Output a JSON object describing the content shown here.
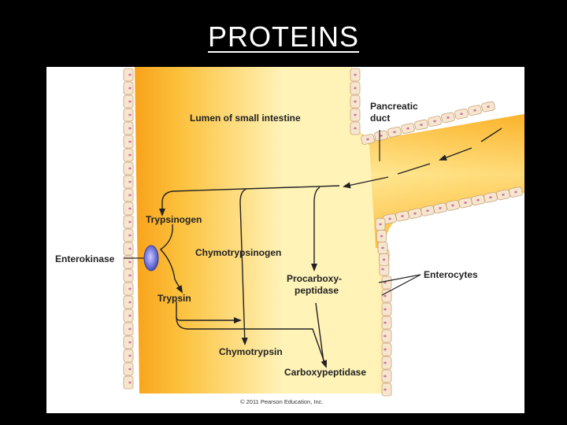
{
  "slide": {
    "title": "PROTEINS"
  },
  "diagram": {
    "labels": {
      "lumen": "Lumen of small intestine",
      "pancreatic_duct_line1": "Pancreatic",
      "pancreatic_duct_line2": "duct",
      "trypsinogen": "Trypsinogen",
      "enterokinase": "Enterokinase",
      "chymotrypsinogen": "Chymotrypsinogen",
      "procarboxypeptidase_line1": "Procarboxy-",
      "procarboxypeptidase_line2": "peptidase",
      "enterocytes": "Enterocytes",
      "trypsin": "Trypsin",
      "chymotrypsin": "Chymotrypsin",
      "carboxypeptidase": "Carboxypeptidase"
    },
    "copyright": "© 2011 Pearson Education, Inc.",
    "colors": {
      "lumen_center": "#fff6c4",
      "lumen_edge": "#f9a21a",
      "cell_fill": "#f7e6cf",
      "cell_stroke": "#c9a27a",
      "nucleus": "#c87aa0",
      "enterokinase": "#6f73d8",
      "arrow": "#222222"
    }
  }
}
